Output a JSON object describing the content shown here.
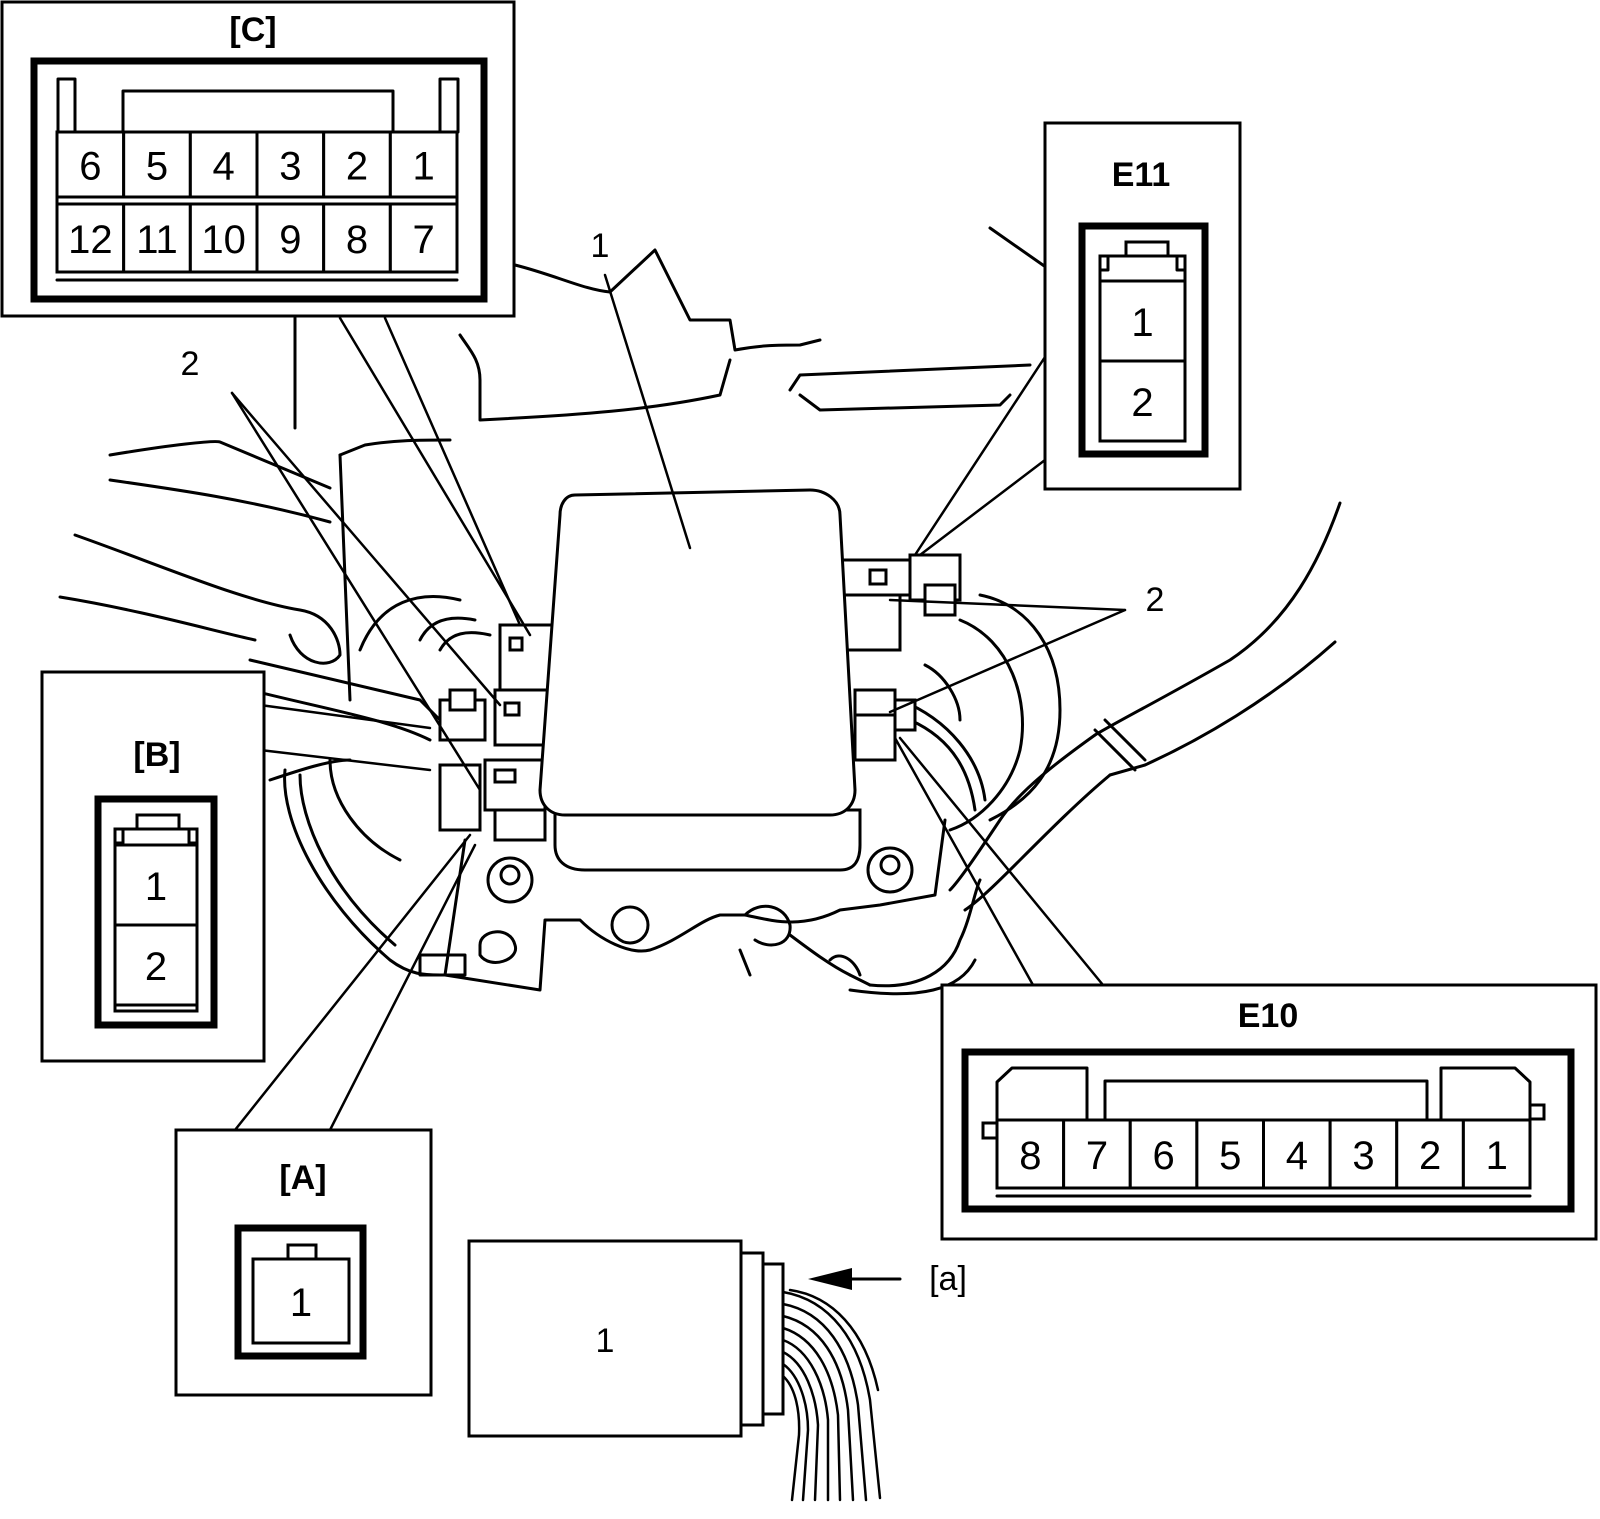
{
  "callouts": {
    "unit": "1",
    "wire_harness_left": "2",
    "wire_harness_right": "2",
    "unit_detail": "1",
    "view_arrow": "[a]"
  },
  "connectors": {
    "C": {
      "title": "[C]",
      "row1": [
        "6",
        "5",
        "4",
        "3",
        "2",
        "1"
      ],
      "row2": [
        "12",
        "11",
        "10",
        "9",
        "8",
        "7"
      ]
    },
    "E11": {
      "title": "E11",
      "pins": [
        "1",
        "2"
      ]
    },
    "B": {
      "title": "[B]",
      "pins": [
        "1",
        "2"
      ]
    },
    "A": {
      "title": "[A]",
      "pins": [
        "1"
      ]
    },
    "E10": {
      "title": "E10",
      "pins": [
        "8",
        "7",
        "6",
        "5",
        "4",
        "3",
        "2",
        "1"
      ]
    }
  }
}
